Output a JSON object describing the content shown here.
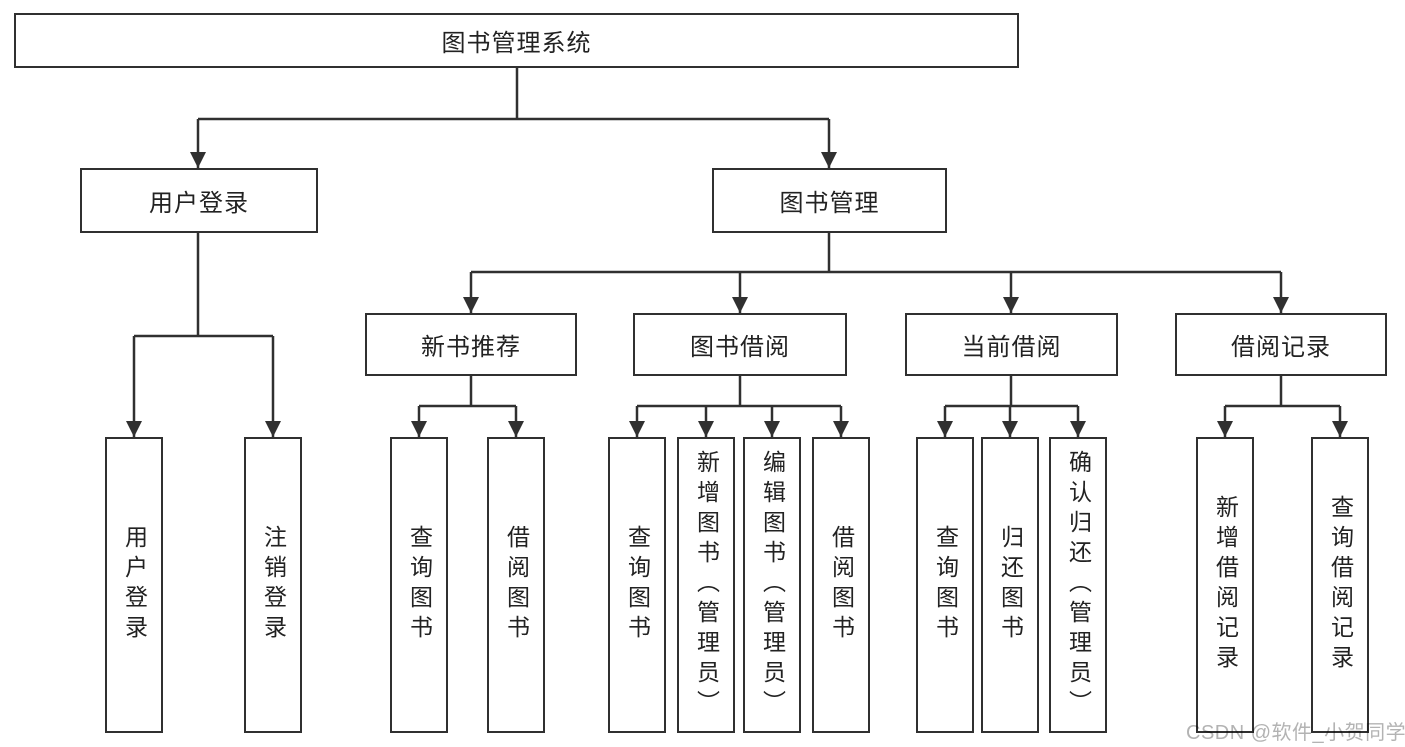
{
  "tree": {
    "root": "图书管理系统",
    "level2": [
      {
        "label": "用户登录",
        "children": [
          {
            "label": "用户登录"
          },
          {
            "label": "注销登录"
          }
        ]
      },
      {
        "label": "图书管理",
        "children": [
          {
            "label": "新书推荐",
            "children": [
              {
                "label": "查询图书"
              },
              {
                "label": "借阅图书"
              }
            ]
          },
          {
            "label": "图书借阅",
            "children": [
              {
                "label": "查询图书"
              },
              {
                "label": "新增图书（管理员）"
              },
              {
                "label": "编辑图书（管理员）"
              },
              {
                "label": "借阅图书"
              }
            ]
          },
          {
            "label": "当前借阅",
            "children": [
              {
                "label": "查询图书"
              },
              {
                "label": "归还图书"
              },
              {
                "label": "确认归还（管理员）"
              }
            ]
          },
          {
            "label": "借阅记录",
            "children": [
              {
                "label": "新增借阅记录"
              },
              {
                "label": "查询借阅记录"
              }
            ]
          }
        ]
      }
    ]
  },
  "watermark": "CSDN @软件_小贺同学",
  "colors": {
    "line": "#303030",
    "box_border": "#303030",
    "box_fill": "#ffffff",
    "text": "#222222",
    "watermark": "#a8a8a8"
  }
}
